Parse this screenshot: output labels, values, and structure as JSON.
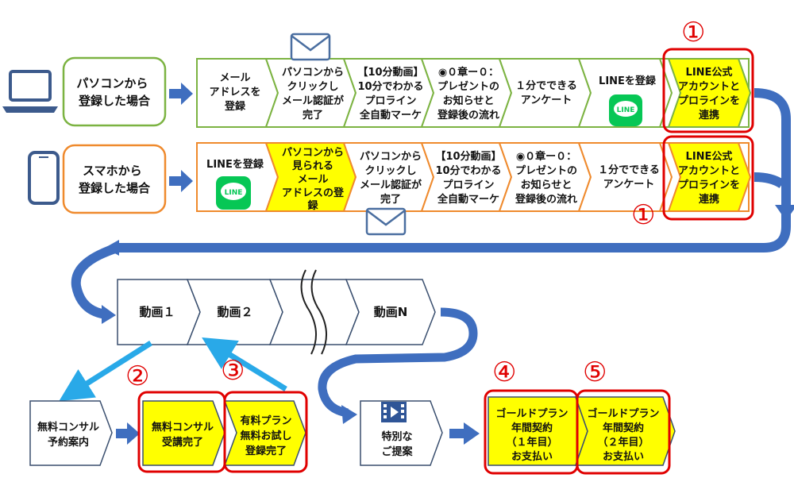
{
  "colors": {
    "green": "#7cb342",
    "orange": "#ef8a2d",
    "blue": "#3f6ebf",
    "cyan": "#29a9e8",
    "yellow": "#ffff00",
    "red": "#e00000",
    "navy": "#4a6ea0",
    "line": "#06c755"
  },
  "icons": {
    "laptop": "laptop-icon",
    "phone": "smartphone-icon",
    "mail": "envelope-icon",
    "line": "line-app-icon",
    "video": "video-play-icon"
  },
  "pc_route": {
    "label": [
      "パソコンから",
      "登録した場合"
    ],
    "steps": [
      [
        "メール",
        "アドレスを",
        "登録"
      ],
      [
        "パソコンから",
        "クリックし",
        "メール認証が",
        "完了"
      ],
      [
        "【10分動画】",
        "10分でわかる",
        "プロライン",
        "全自動マーケ"
      ],
      [
        "◉０章ー０：",
        "プレゼントの",
        "お知らせと",
        "登録後の流れ"
      ],
      [
        "１分でできる",
        "アンケート"
      ],
      [
        "LINEを登録"
      ]
    ],
    "final": [
      "LINE公式",
      "アカウントと",
      "プロラインを",
      "連携"
    ],
    "badge": "①"
  },
  "phone_route": {
    "label": [
      "スマホから",
      "登録した場合"
    ],
    "steps": [
      [
        "LINEを登録"
      ],
      [
        "パソコンから",
        "見られる",
        "メール",
        "アドレスの登",
        "録"
      ],
      [
        "パソコンから",
        "クリックし",
        "メール認証が",
        "完了"
      ],
      [
        "【10分動画】",
        "10分でわかる",
        "プロライン",
        "全自動マーケ"
      ],
      [
        "◉０章ー０：",
        "プレゼントの",
        "お知らせと",
        "登録後の流れ"
      ],
      [
        "１分でできる",
        "アンケート"
      ]
    ],
    "final": [
      "LINE公式",
      "アカウントと",
      "プロラインを",
      "連携"
    ],
    "badge": "①"
  },
  "line_icon_text": "LINE",
  "videos": [
    "動画１",
    "動画２",
    "動画N"
  ],
  "bottom": {
    "consult_reserve": [
      "無料コンサル",
      "予約案内"
    ],
    "consult_done": [
      "無料コンサル",
      "受講完了"
    ],
    "paid_trial": [
      "有料プラン",
      "無料お試し",
      "登録完了"
    ],
    "special": [
      "特別な",
      "ご提案"
    ],
    "gold1": [
      "ゴールドプラン",
      "年間契約",
      "（１年目）",
      "お支払い"
    ],
    "gold2": [
      "ゴールドプラン",
      "年間契約",
      "（２年目）",
      "お支払い"
    ],
    "badges": [
      "②",
      "③",
      "④",
      "⑤"
    ]
  }
}
